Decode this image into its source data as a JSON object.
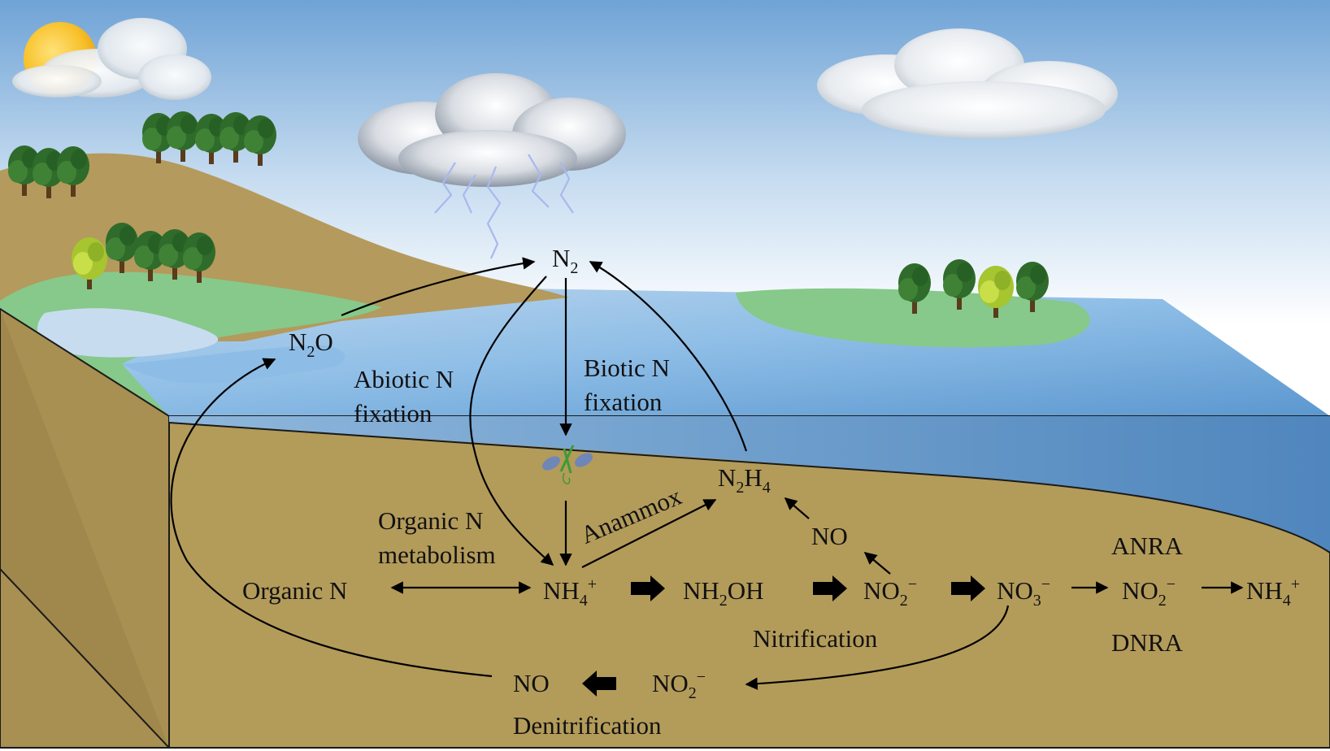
{
  "labels": {
    "n2": {
      "base": "N",
      "sub": "2"
    },
    "n2o": {
      "base": "N",
      "sub": "2",
      "tail": "O"
    },
    "abiotic": {
      "line1": "Abiotic N",
      "line2": "fixation"
    },
    "biotic": {
      "line1": "Biotic N",
      "line2": "fixation"
    },
    "n2h4": {
      "a": "N",
      "sub1": "2",
      "b": "H",
      "sub2": "4"
    },
    "anammox": "Anammox",
    "organic_metab": {
      "line1": "Organic N",
      "line2": "metabolism"
    },
    "organic_n": "Organic N",
    "nh4_main": {
      "base": "NH",
      "sub": "4",
      "sup": "+"
    },
    "nh2oh": {
      "a": "NH",
      "sub": "2",
      "b": "OH"
    },
    "no2_nitr": {
      "base": "NO",
      "sub": "2",
      "sup": "−"
    },
    "no3": {
      "base": "NO",
      "sub": "3",
      "sup": "−"
    },
    "no2_dnra": {
      "base": "NO",
      "sub": "2",
      "sup": "−"
    },
    "nh4_dnra": {
      "base": "NH",
      "sub": "4",
      "sup": "+"
    },
    "no_up": "NO",
    "anra": "ANRA",
    "dnra": "DNRA",
    "nitrification": "Nitrification",
    "no2_denit": {
      "base": "NO",
      "sub": "2",
      "sup": "−"
    },
    "no_denit": "NO",
    "denitrification": "Denitrification"
  },
  "colors": {
    "soil": "#b39b5a",
    "soil_edge": "#1a1a1a",
    "water_top": "#8dbde6",
    "water_side": "#5f93c4",
    "grass": "#86c98a",
    "hill": "#b49a5c",
    "sky_top": "#6fa3d6",
    "sky_bottom": "#ffffff",
    "sun": "#f5b820",
    "tree": "#2f6b2a",
    "tree_light": "#b9d63a",
    "lightning": "#a9b8ee",
    "arrow": "#000000"
  },
  "icons": [
    "sun-icon",
    "cloud-icon",
    "storm-cloud-icon",
    "lightning-icon",
    "tree-icon",
    "bacteria-icon"
  ]
}
